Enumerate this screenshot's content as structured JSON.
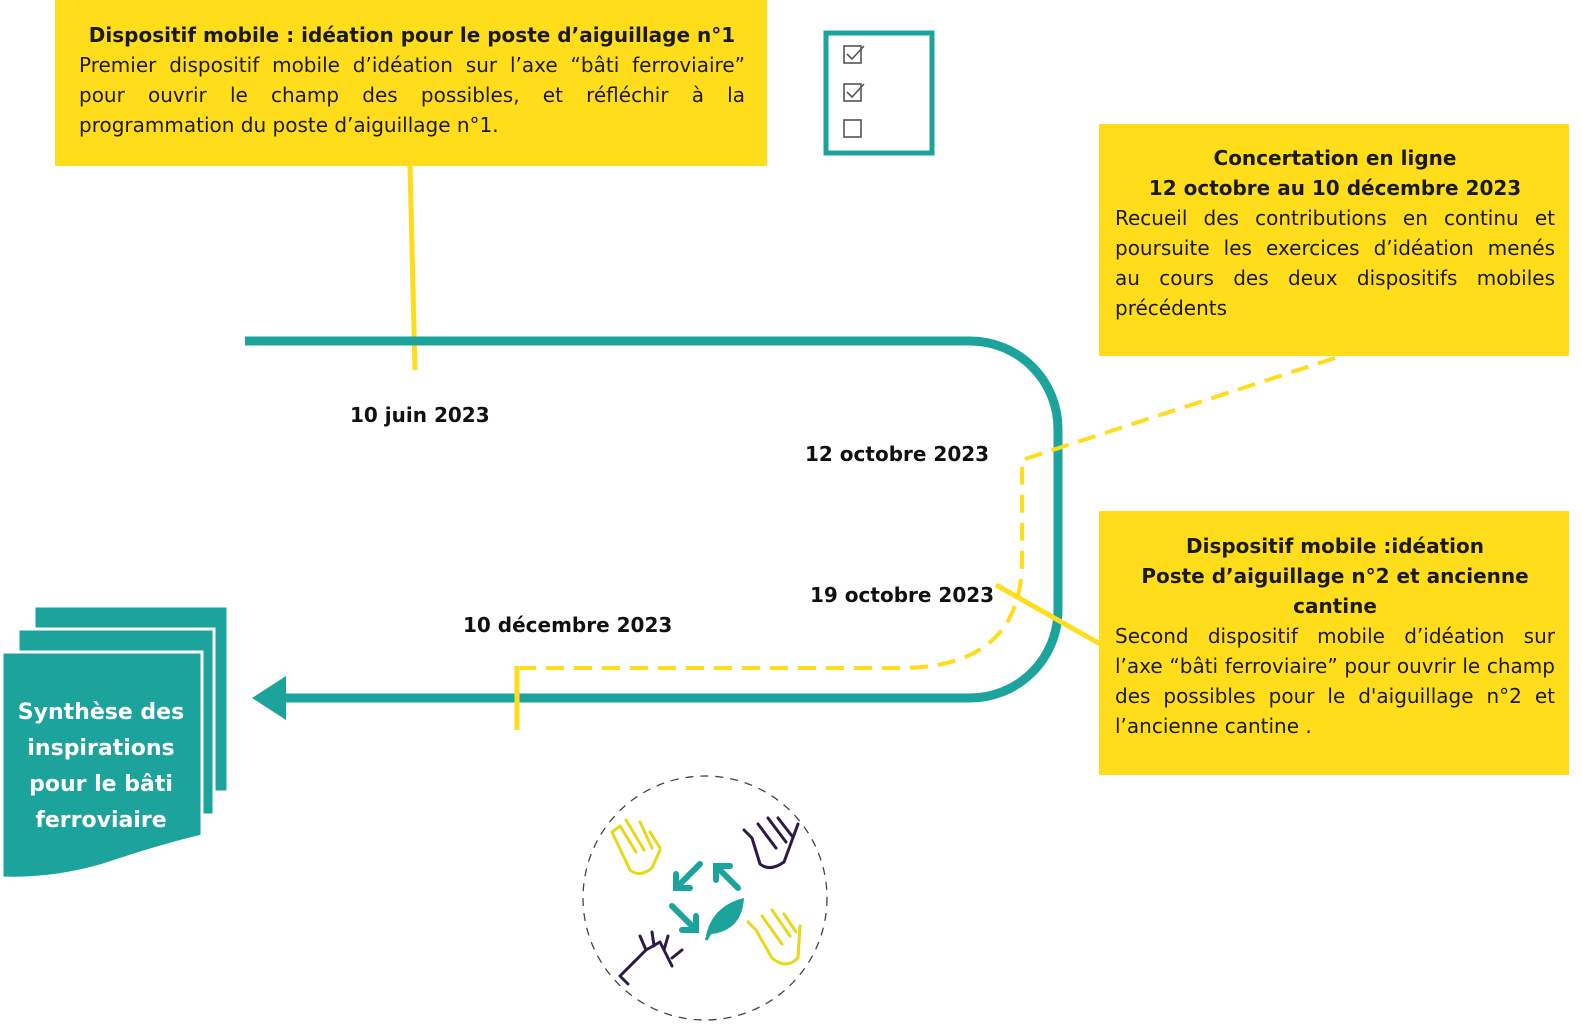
{
  "box1": {
    "title": "Dispositif mobile : idéation pour le poste d’aiguillage n°1",
    "body": "Premier dispositif mobile d’idéation sur l’axe “bâti ferroviaire” pour ouvrir le champ des possibles, et réfléchir à la programmation du poste d’aiguillage n°1."
  },
  "box2": {
    "title": "Concertation en ligne",
    "subtitle": "12 octobre au 10 décembre 2023",
    "body": "Recueil des contributions en continu et poursuite les exercices d’idéation menés au cours des deux dispositifs mobiles précédents"
  },
  "box3": {
    "title": "Dispositif mobile :idéation",
    "subtitle": "Poste d’aiguillage n°2 et ancienne cantine",
    "body": "Second dispositif mobile d’idéation sur l’axe “bâti ferroviaire” pour ouvrir le champ des possibles pour le d'aiguillage n°2 et l’ancienne cantine ."
  },
  "dates": {
    "d1": "10 juin 2023",
    "d2": "12 octobre 2023",
    "d3": "19 octobre 2023",
    "d4": "10 décembre 2023"
  },
  "synthesis": {
    "label": "Synthèse des inspirations pour le bâti ferroviaire"
  },
  "icons": {
    "checklist": "checklist-icon",
    "collaboration": "collaboration-hands-cycle-icon",
    "document_stack": "document-stack-icon"
  },
  "colors": {
    "teal": "#1BA39C",
    "yellow": "#FFDD1A",
    "purple": "#2E1A47",
    "text": "#1a1a1a"
  }
}
